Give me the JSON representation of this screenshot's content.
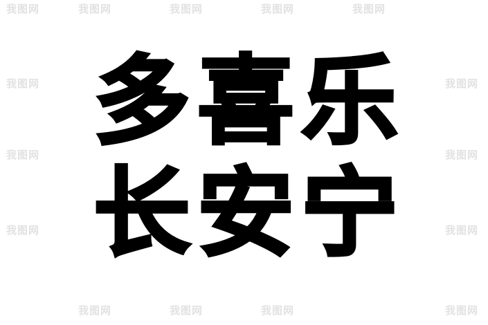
{
  "artwork": {
    "line1": [
      "多",
      "喜",
      "乐"
    ],
    "line2": [
      "长",
      "安",
      "宁"
    ]
  },
  "watermark": "我图网",
  "colors": {
    "ink": "#000000",
    "background": "#ffffff",
    "watermark": "#e2e2e2"
  }
}
